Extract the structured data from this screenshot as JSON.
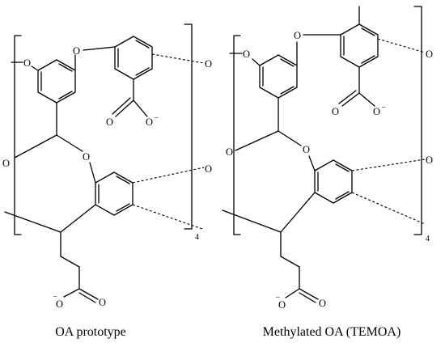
{
  "structures": [
    {
      "id": "oa",
      "caption": "OA prototype",
      "atom_oxygen": "O",
      "charge_minus": "–",
      "repeat_count": "4"
    },
    {
      "id": "temoa",
      "caption": "Methylated OA (TEMOA)",
      "atom_oxygen": "O",
      "charge_minus": "–",
      "repeat_count": "4"
    }
  ],
  "colors": {
    "line": "#000000",
    "background": "#ffffff"
  }
}
